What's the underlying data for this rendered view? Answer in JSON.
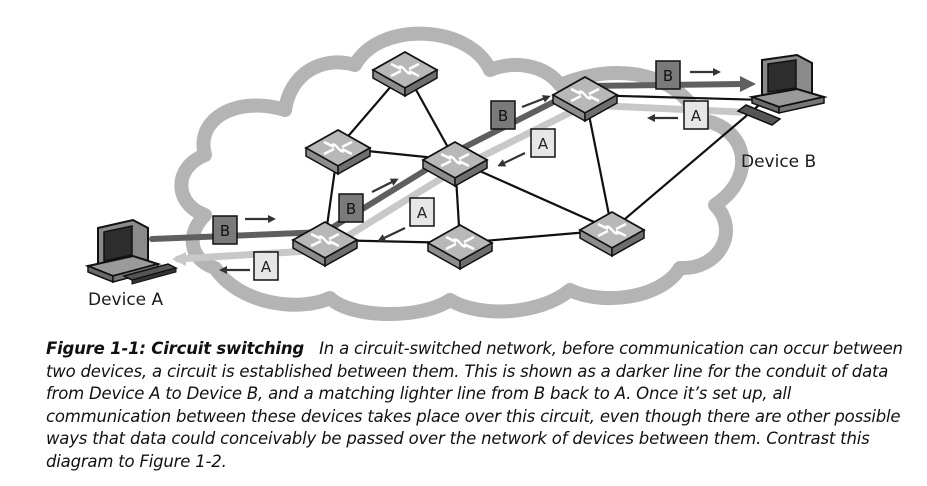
{
  "devices": {
    "a": "Device A",
    "b": "Device B"
  },
  "packets": {
    "b": "B",
    "a": "A"
  },
  "caption": {
    "title": "Figure 1-1: Circuit switching",
    "text": "In a circuit-switched network, before communication can occur between two devices, a circuit is established between them. This is shown as a darker line for the conduit of data from Device A to Device B, and a matching lighter line from B back to A. Once it’s set up, all communication between these devices takes place over this circuit, even though there are other possible ways that data could conceivably be passed over the network of devices between them. Contrast this diagram to Figure 1-2."
  },
  "colors": {
    "cloud_fill": "#ffffff",
    "cloud_stroke": "#b4b4b4",
    "dark_circuit": "#5f5f5f",
    "light_circuit": "#c8c8c8",
    "packet_b_fill": "#7a7a7a",
    "packet_a_fill": "#e6e6e6"
  }
}
